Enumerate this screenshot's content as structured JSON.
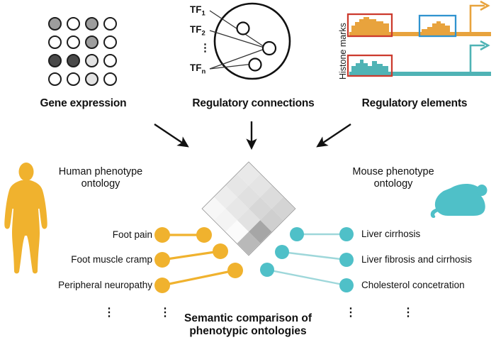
{
  "figure": {
    "panels": {
      "gene_expression": {
        "title": "Gene expression",
        "grid": {
          "rows": 4,
          "cols": 4,
          "cells": [
            [
              "#9d9d9d",
              "#ffffff",
              "#9d9d9d",
              "#ffffff"
            ],
            [
              "#ffffff",
              "#ffffff",
              "#9d9d9d",
              "#ffffff"
            ],
            [
              "#4a4a4a",
              "#4a4a4a",
              "#e3e3e3",
              "#ffffff"
            ],
            [
              "#ffffff",
              "#ffffff",
              "#e3e3e3",
              "#ffffff"
            ]
          ]
        }
      },
      "regulatory_connections": {
        "title": "Regulatory connections",
        "tf_labels": [
          "TF",
          "TF",
          "TF"
        ],
        "tf_subscripts": [
          "1",
          "2",
          "n"
        ],
        "ellipsis": "⋮",
        "target_nodes": 3
      },
      "regulatory_elements": {
        "title": "Regulatory elements",
        "axis_label": "Histone marks",
        "tracks": [
          {
            "name": "human-track",
            "color": "#e8a33d",
            "peaks": 2
          },
          {
            "name": "mouse-track",
            "color": "#4fb3b5",
            "peaks": 1
          }
        ],
        "highlight_boxes": [
          {
            "name": "red-box-top",
            "color": "#cc3b2e"
          },
          {
            "name": "blue-box-top",
            "color": "#2f93cf"
          },
          {
            "name": "red-box-bottom",
            "color": "#cc3b2e"
          }
        ]
      }
    },
    "arrows": [
      "arrow-down-right",
      "arrow-down",
      "arrow-down-left"
    ],
    "ontologies": {
      "human": {
        "label_line1": "Human phenotype",
        "label_line2": "ontology",
        "color": "#f0b22e",
        "icon": "human-silhouette-icon",
        "terms": [
          "Foot pain",
          "Foot muscle cramp",
          "Peripheral neuropathy"
        ]
      },
      "mouse": {
        "label_line1": "Mouse phenotype",
        "label_line2": "ontology",
        "color": "#4fc0c8",
        "icon": "mouse-silhouette-icon",
        "terms": [
          "Liver cirrhosis",
          "Liver fibrosis and cirrhosis",
          "Cholesterol concetration"
        ]
      }
    },
    "heatmap": {
      "name": "semantic-similarity-heatmap",
      "rotation_deg": 45,
      "rows": 4,
      "cols": 4,
      "cells": [
        [
          "#e9e9e9",
          "#e4e4e4",
          "#dcdcdc",
          "#d4d4d4"
        ],
        [
          "#e6e6e6",
          "#e0e0e0",
          "#d7d7d7",
          "#cfcfcf"
        ],
        [
          "#ededed",
          "#e7e7e7",
          "#e2e2e2",
          "#a6a6a6"
        ],
        [
          "#f7f7f7",
          "#f4f4f4",
          "#fbfbfb",
          "#b9b9b9"
        ]
      ]
    },
    "caption": {
      "line1": "Semantic comparison of",
      "line2": "phenotypic ontologies",
      "ellipsis": "⋮"
    }
  }
}
